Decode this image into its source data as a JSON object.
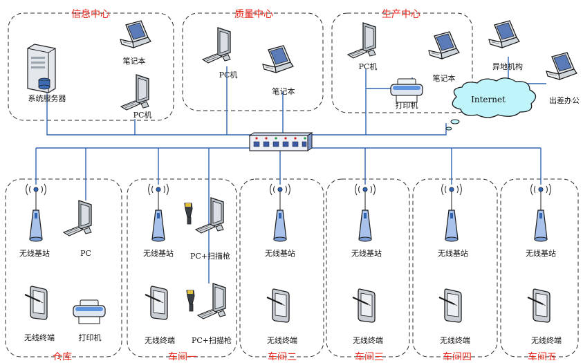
{
  "colors": {
    "line": "#2f63b0",
    "title_red": "#e8261b",
    "cloud": "#bff4fb",
    "cloud_stroke": "#1a1a1a",
    "switch": "#3a5aa8"
  },
  "top_groups": [
    {
      "title": "信息中心",
      "devices": [
        {
          "label": "系统服务器",
          "icon": "server-icon"
        },
        {
          "label": "笔记本",
          "icon": "laptop-icon"
        },
        {
          "label": "PC机",
          "icon": "pc-monitor-icon"
        }
      ]
    },
    {
      "title": "质量中心",
      "devices": [
        {
          "label": "PC机",
          "icon": "pc-monitor-icon"
        },
        {
          "label": "笔记本",
          "icon": "laptop-icon"
        }
      ]
    },
    {
      "title": "生产中心",
      "devices": [
        {
          "label": "PC机",
          "icon": "pc-monitor-icon"
        },
        {
          "label": "打印机",
          "icon": "printer-icon"
        },
        {
          "label": "笔记本",
          "icon": "laptop-icon"
        }
      ]
    }
  ],
  "internet": {
    "label": "Internet",
    "icon": "cloud-icon"
  },
  "remote": [
    {
      "label": "异地机构",
      "icon": "laptop-icon"
    },
    {
      "label": "出差办公",
      "icon": "laptop-icon"
    }
  ],
  "switch": {
    "icon": "network-switch-icon"
  },
  "bottom_groups": [
    {
      "title": "仓库",
      "devices": [
        {
          "label": "无线基站",
          "icon": "wireless-base-station-icon"
        },
        {
          "label": "PC",
          "icon": "pc-monitor-icon"
        },
        {
          "label": "无线终端",
          "icon": "handheld-terminal-icon"
        },
        {
          "label": "打印机",
          "icon": "printer-icon"
        }
      ]
    },
    {
      "title": "车间一",
      "devices": [
        {
          "label": "无线基站",
          "icon": "wireless-base-station-icon"
        },
        {
          "label": "PC+扫描枪",
          "icon": "pc-scanner-icon"
        },
        {
          "label": "无线终端",
          "icon": "handheld-terminal-icon"
        },
        {
          "label": "PC+扫描枪",
          "icon": "pc-scanner-icon"
        }
      ]
    },
    {
      "title": "车间二",
      "devices": [
        {
          "label": "无线基站",
          "icon": "wireless-base-station-icon"
        },
        {
          "label": "无线终端",
          "icon": "handheld-terminal-icon"
        }
      ]
    },
    {
      "title": "车间三",
      "devices": [
        {
          "label": "无线基站",
          "icon": "wireless-base-station-icon"
        },
        {
          "label": "无线终端",
          "icon": "handheld-terminal-icon"
        }
      ]
    },
    {
      "title": "车间四",
      "devices": [
        {
          "label": "无线基站",
          "icon": "wireless-base-station-icon"
        },
        {
          "label": "无线终端",
          "icon": "handheld-terminal-icon"
        }
      ]
    },
    {
      "title": "车间五",
      "devices": [
        {
          "label": "无线基站",
          "icon": "wireless-base-station-icon"
        },
        {
          "label": "无线终端",
          "icon": "handheld-terminal-icon"
        }
      ]
    }
  ]
}
